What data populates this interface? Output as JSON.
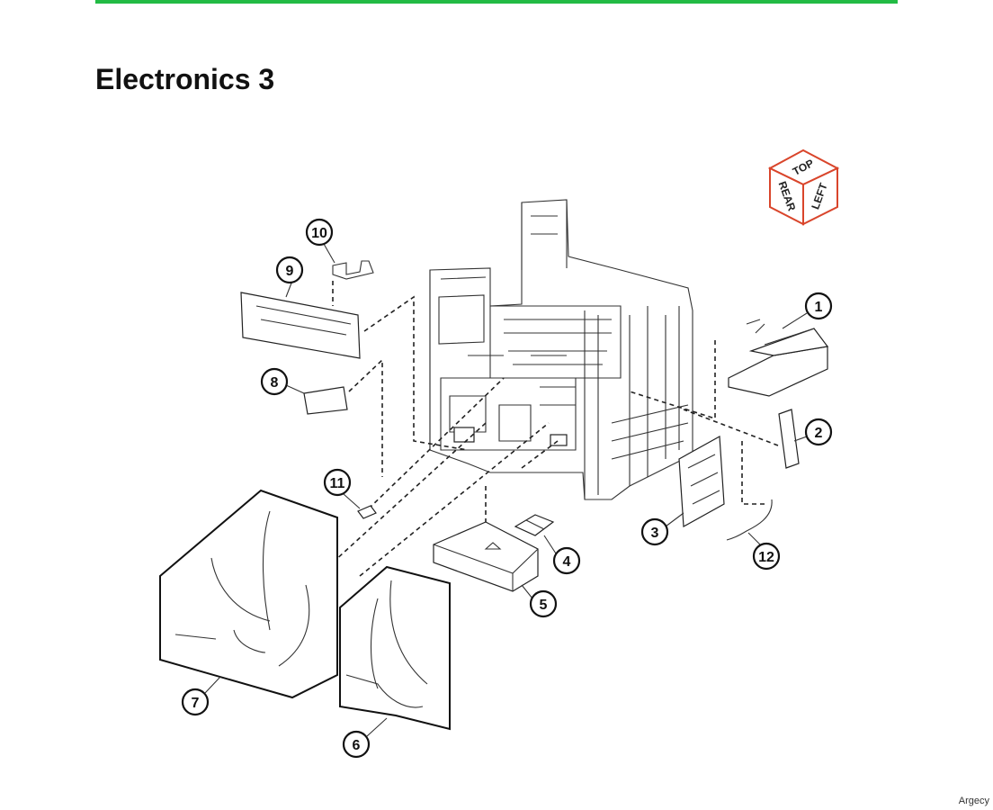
{
  "title": "Electronics 3",
  "accent_color": "#22bb44",
  "orientation_cube": {
    "top": "TOP",
    "rear": "REAR",
    "left": "LEFT",
    "color": "#d9452b"
  },
  "callouts": [
    "1",
    "2",
    "3",
    "4",
    "5",
    "6",
    "7",
    "8",
    "9",
    "10",
    "11",
    "12"
  ],
  "watermark": "Argecy"
}
